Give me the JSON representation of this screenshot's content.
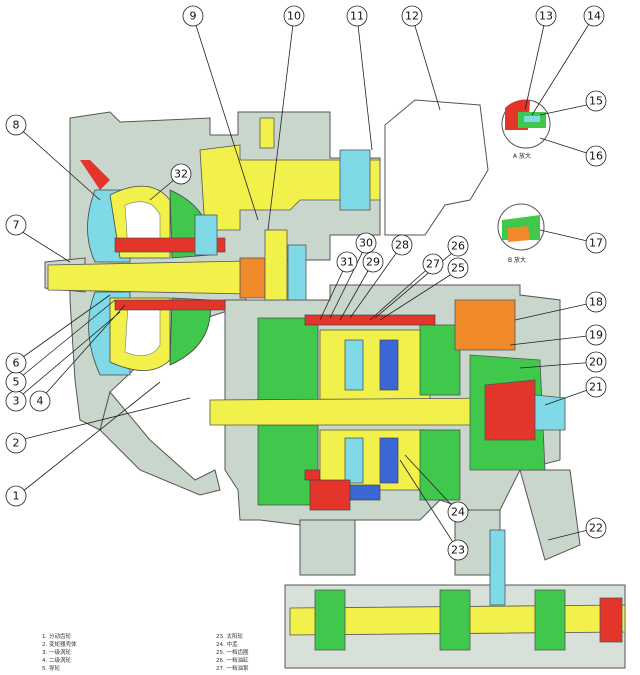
{
  "diagram": {
    "callouts": [
      "1",
      "2",
      "3",
      "4",
      "5",
      "6",
      "7",
      "8",
      "9",
      "10",
      "11",
      "12",
      "13",
      "14",
      "15",
      "16",
      "17",
      "18",
      "19",
      "20",
      "21",
      "22",
      "23",
      "24",
      "25",
      "26",
      "27",
      "28",
      "29",
      "30",
      "31",
      "32"
    ],
    "detail_a_label": "A 放大",
    "detail_b_label": "B 放大",
    "legend_left": [
      "1. 分动齿轮",
      "2. 变矩器壳体",
      "3. 一级涡轮",
      "4. 二级涡轮",
      "5. 导轮"
    ],
    "legend_right": [
      "23. 太阳轮",
      "24. 中孟",
      "25. 一档齿圈",
      "26. 一档油缸",
      "27. 一档油泵"
    ]
  },
  "colors": {
    "housing": "#c9d6cc",
    "shaft": "#f2f04a",
    "green": "#3fc84c",
    "cyan": "#7fd9e6",
    "red": "#e4352b",
    "blue": "#3a66d6",
    "orange": "#f08a2a"
  }
}
